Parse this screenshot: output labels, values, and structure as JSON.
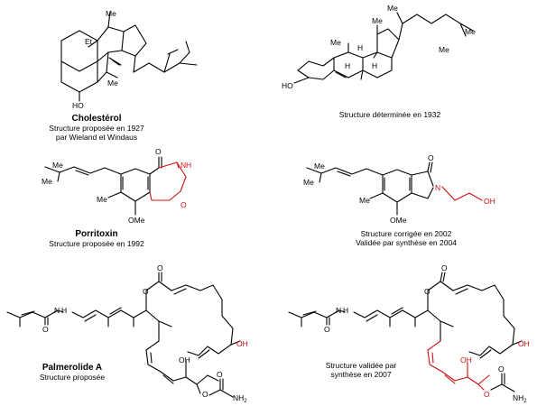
{
  "atoms": {
    "me": "Me",
    "et": "Et",
    "ho": "HO",
    "h": "H",
    "o": "O",
    "n": "N",
    "nh": "N",
    "h_on_n": "H",
    "ome": "OMe",
    "oh": "OH",
    "nh2": "NH",
    "nh2_sub": "2"
  },
  "panels": [
    {
      "name": "Cholestérol",
      "caption_lines": [
        "Structure proposée en 1927",
        "par Wieland et Windaus"
      ]
    },
    {
      "name": "",
      "caption_lines": [
        "Structure déterminée en 1932"
      ]
    },
    {
      "name": "Porritoxin",
      "caption_lines": [
        "Structure proposée en 1992"
      ]
    },
    {
      "name": "",
      "caption_lines": [
        "Structure corrigée en 2002",
        "Validée par synthèse en 2004"
      ]
    },
    {
      "name": "Palmerolide A",
      "caption_lines": [
        "Structure proposée"
      ]
    },
    {
      "name": "",
      "caption_lines": [
        "Structure validée par",
        "synthèse en 2007"
      ]
    }
  ],
  "colors": {
    "bond": "#000000",
    "highlight": "#d01010"
  }
}
